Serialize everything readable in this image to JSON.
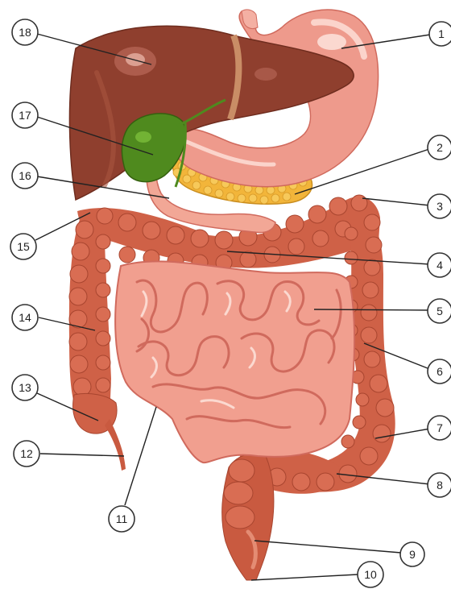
{
  "callouts": [
    {
      "id": "1",
      "label": "1"
    },
    {
      "id": "2",
      "label": "2"
    },
    {
      "id": "3",
      "label": "3"
    },
    {
      "id": "4",
      "label": "4"
    },
    {
      "id": "5",
      "label": "5"
    },
    {
      "id": "6",
      "label": "6"
    },
    {
      "id": "7",
      "label": "7"
    },
    {
      "id": "8",
      "label": "8"
    },
    {
      "id": "9",
      "label": "9"
    },
    {
      "id": "10",
      "label": "10"
    },
    {
      "id": "11",
      "label": "11"
    },
    {
      "id": "12",
      "label": "12"
    },
    {
      "id": "13",
      "label": "13"
    },
    {
      "id": "14",
      "label": "14"
    },
    {
      "id": "15",
      "label": "15"
    },
    {
      "id": "16",
      "label": "16"
    },
    {
      "id": "17",
      "label": "17"
    },
    {
      "id": "18",
      "label": "18"
    }
  ],
  "colors": {
    "liver": "#8f3f2e",
    "liver_light": "#a9553f",
    "gallbladder": "#4f8a1e",
    "stomach": "#ee9a8c",
    "stomach_light": "#f6b7aa",
    "pancreas": "#f2b53a",
    "small_intestine": "#f19f8f",
    "small_intestine_dark": "#d06a5d",
    "large_intestine": "#cf6147",
    "large_intestine_dark": "#a8452f",
    "rectum": "#c95a40"
  }
}
